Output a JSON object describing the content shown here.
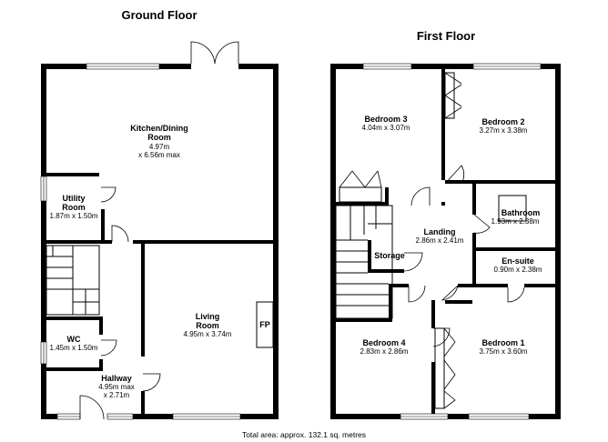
{
  "ground_floor": {
    "title": "Ground Floor",
    "kitchen": {
      "name": "Kitchen/Dining",
      "name2": "Room",
      "dim1": "4.97m",
      "dim2": "x 6.56m max"
    },
    "utility": {
      "name": "Utility",
      "name2": "Room",
      "dim": "1.87m x 1.50m"
    },
    "living": {
      "name": "Living",
      "name2": "Room",
      "dim": "4.95m x 3.74m",
      "fireplace": "FP"
    },
    "wc": {
      "name": "WC",
      "dim": "1.45m x 1.50m"
    },
    "hallway": {
      "name": "Hallway",
      "dim1": "4.95m max",
      "dim2": "x 2.71m"
    }
  },
  "first_floor": {
    "title": "First Floor",
    "bedroom3": {
      "name": "Bedroom 3",
      "dim": "4.04m x 3.07m"
    },
    "bedroom2": {
      "name": "Bedroom 2",
      "dim": "3.27m x 3.38m"
    },
    "bathroom": {
      "name": "Bathroom",
      "dim": "1.93m x 2.38m"
    },
    "landing": {
      "name": "Landing",
      "dim": "2.86m x 2.41m"
    },
    "storage": {
      "name": "Storage"
    },
    "ensuite": {
      "name": "En-suite",
      "dim": "0.90m x 2.38m"
    },
    "bedroom4": {
      "name": "Bedroom 4",
      "dim": "2.83m x 2.86m"
    },
    "bedroom1": {
      "name": "Bedroom 1",
      "dim": "3.75m x 3.60m"
    }
  },
  "footer": {
    "total_area": "Total area: approx. 132.1 sq. metres"
  }
}
